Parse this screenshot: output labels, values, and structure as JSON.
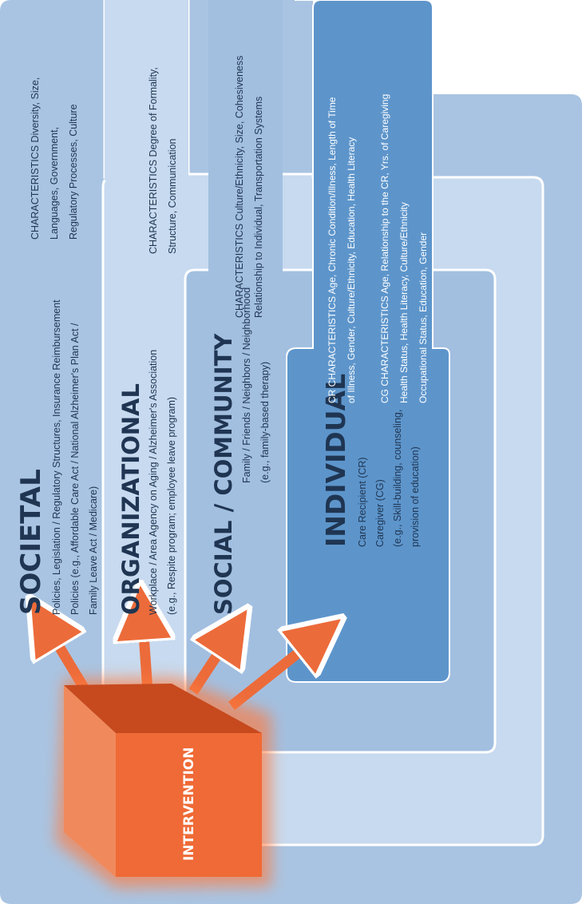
{
  "levels": {
    "societal": {
      "heading": "SOCIETAL",
      "desc": [
        "Policies, Legislation / Regulatory Structures, Insurance Reimbursement",
        "Policies (e.g., Affordable Care Act / National Alzheimer's Plan Act /",
        "Family Leave Act / Medicare)"
      ],
      "characteristics": [
        "CHARACTERISTICS Diversity, Size,",
        "Languages, Government,",
        "Regulatory Processes, Culture"
      ]
    },
    "organizational": {
      "heading": "ORGANIZATIONAL",
      "desc": [
        "Workplace / Area Agency on Aging / Alzheimer's Association",
        "(e.g., Respite program; employee leave program)"
      ],
      "characteristics": [
        "CHARACTERISTICS Degree of Formality,",
        "Structure, Communication"
      ]
    },
    "social": {
      "heading": "SOCIAL / COMMUNITY",
      "desc": [
        "Family / Friends / Neighbors / Neighborhood",
        "(e.g., family-based therapy)"
      ],
      "characteristics": [
        "CHARACTERISTICS Culture/Ethnicity, Size, Cohesiveness",
        "Relationship to Individual, Transportation Systems"
      ]
    },
    "individual": {
      "heading": "INDIVIDUAL",
      "desc": [
        "Care Recipient (CR)",
        "Caregiver (CG)",
        "(e.g., Skill-building, counseling,",
        "provision of education)"
      ],
      "cr_characteristics": [
        "CR CHARACTERISTICS Age, Chronic Condition/Illness, Length of Time",
        "of Illness, Gender, Culture/Ethnicity, Education, Health Literacy"
      ],
      "cg_characteristics": [
        "CG CHARACTERISTICS Age, Relationship to the CR, Yrs. of Caregiving",
        "Health Status, Health Literacy, Culture/Ethnicity",
        "Occupational Status, Education, Gender"
      ]
    }
  },
  "intervention": {
    "label": "INTERVENTION"
  },
  "colors": {
    "societal": "#a9c4e2",
    "organizational": "#c7daef",
    "social": "#a2bfe0",
    "individual": "#5d95cb",
    "text_dark": "#1f3552",
    "text_light": "#ffffff",
    "box_front": "#ef6a36",
    "box_side": "#f08a5c",
    "box_top": "#c64a1e",
    "arrow": "#ec6b3a"
  }
}
